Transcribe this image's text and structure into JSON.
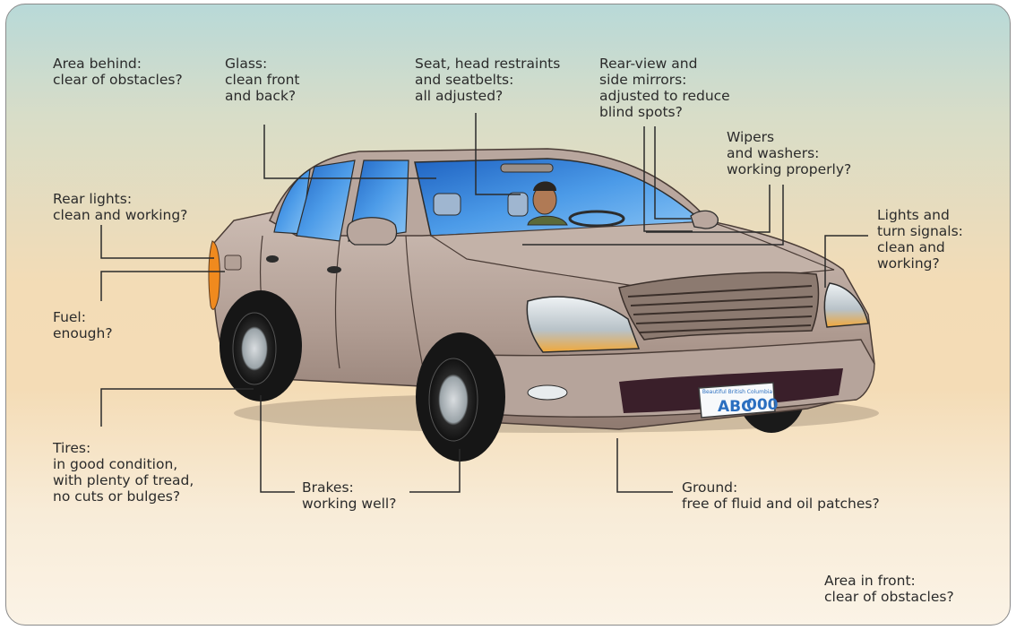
{
  "labels": {
    "area_behind": [
      "Area behind:",
      "clear of obstacles?"
    ],
    "glass": [
      "Glass:",
      "clean front",
      "and back?"
    ],
    "seat": [
      "Seat, head restraints",
      "and seatbelts:",
      "all adjusted?"
    ],
    "mirrors": [
      "Rear-view and",
      "side mirrors:",
      "adjusted to reduce",
      "blind spots?"
    ],
    "wipers": [
      "Wipers",
      "and washers:",
      "working properly?"
    ],
    "rear_lights": [
      "Rear lights:",
      "clean and working?"
    ],
    "lights_signals": [
      "Lights and",
      "turn signals:",
      "clean and",
      "working?"
    ],
    "fuel": [
      "Fuel:",
      "enough?"
    ],
    "tires": [
      "Tires:",
      "in good condition,",
      "with plenty of tread,",
      "no cuts or bulges?"
    ],
    "brakes": [
      "Brakes:",
      "working well?"
    ],
    "ground": [
      "Ground:",
      "free of fluid and oil patches?"
    ],
    "area_front": [
      "Area in front:",
      "clear of obstacles?"
    ]
  },
  "plate": {
    "province": "Beautiful British Columbia",
    "number_left": "ABC",
    "number_right": "000"
  },
  "colors": {
    "car_body": "#b6a49b",
    "glass": "#3f86d6",
    "leader_line": "#2b2b2b"
  }
}
